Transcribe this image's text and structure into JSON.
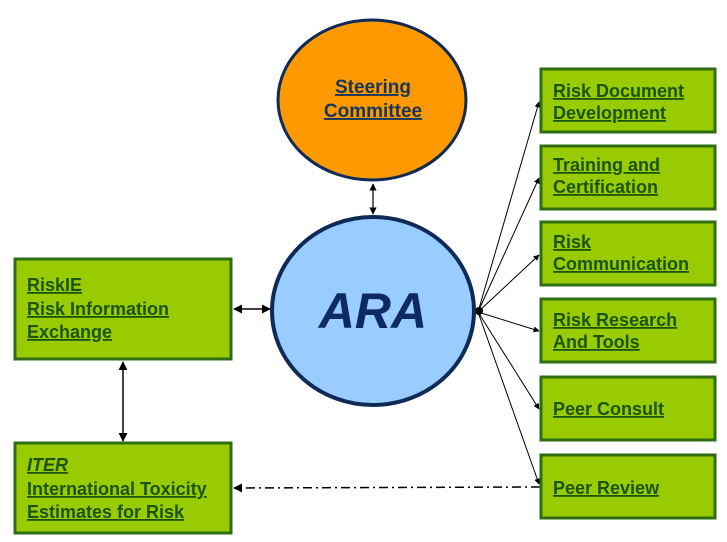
{
  "colors": {
    "box_fill": "#99cc00",
    "box_border": "#2f6d12",
    "box_text": "#1a5410",
    "steering_fill": "#ff9900",
    "steering_border": "#0f2a57",
    "steering_text": "#16365c",
    "ara_fill": "#99ccff",
    "ara_border": "#0f2a57",
    "ara_text": "#0d2a66"
  },
  "nodes": {
    "steering": {
      "line1": "Steering",
      "line2": "Committee"
    },
    "ara": {
      "label": "ARA"
    },
    "riskie": {
      "line1": "RiskIE",
      "line2": "Risk Information",
      "line3": "Exchange"
    },
    "iter": {
      "line1": "ITER",
      "line2": "International Toxicity",
      "line3": "Estimates for Risk"
    },
    "right_boxes": [
      {
        "line1": "Risk Document",
        "line2": "Development"
      },
      {
        "line1": "Training and",
        "line2": "Certification"
      },
      {
        "line1": "Risk",
        "line2": "Communication"
      },
      {
        "line1": "Risk Research",
        "line2": "And Tools"
      },
      {
        "line1": "Peer Consult",
        "line2": ""
      },
      {
        "line1": "Peer Review",
        "line2": ""
      }
    ]
  }
}
